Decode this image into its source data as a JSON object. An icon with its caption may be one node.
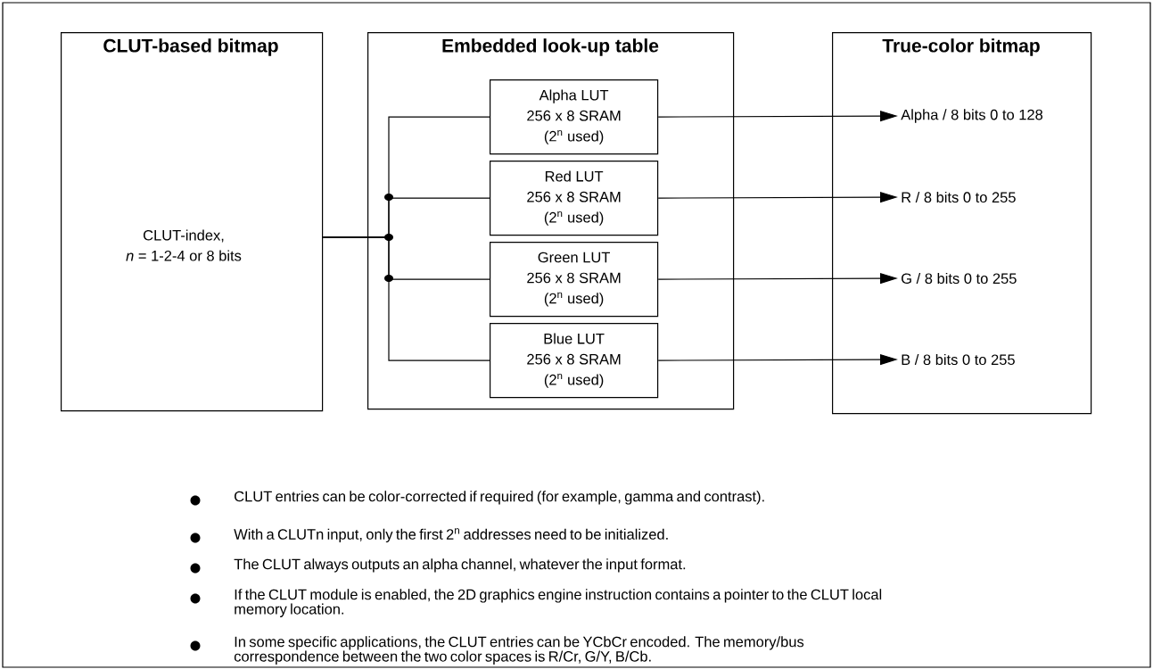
{
  "diagram": {
    "nodes": [
      {
        "text": [
          "CLUT-based bitmap",
          "CLUT-index,",
          "*n* = 1-2-4 or 8 bits"
        ]
      },
      {
        "text": [
          "Embedded look-up table"
        ]
      },
      {
        "text": [
          "Alpha LUT",
          "256 x 8 SRAM",
          "(2$^{n}$ used)"
        ],
        "in": 1
      },
      {
        "text": [
          "Red LUT",
          "256 x 8 SRAM",
          "(2$^{n}$ used)"
        ],
        "in": 1
      },
      {
        "text": [
          "Green LUT",
          "256 x 8 SRAM",
          "(2$^{n}$ used)"
        ],
        "in": 1
      },
      {
        "text": [
          "Blue LUT",
          "256 x 8 SRAM",
          "(2$^{n}$ used)"
        ],
        "in": 1
      },
      {
        "text": [
          "True-color bitmap"
        ]
      },
      {
        "text": [
          "Alpha / 8 bits 0 to 128"
        ],
        "in": 6
      },
      {
        "text": [
          "R / 8 bits 0 to 255"
        ],
        "in": 6
      },
      {
        "text": [
          "G / 8 bits 0 to 255"
        ],
        "in": 6
      },
      {
        "text": [
          "B / 8 bits 0 to 255"
        ],
        "in": 6
      }
    ],
    "edges": [
      {
        "from": 0,
        "to": 2,
        "arrow": "none"
      },
      {
        "from": 0,
        "to": 3,
        "arrow": "none"
      },
      {
        "from": 0,
        "to": 4,
        "arrow": "none"
      },
      {
        "from": 0,
        "to": 5,
        "arrow": "none"
      },
      {
        "from": 2,
        "to": 7,
        "arrow": "to"
      },
      {
        "from": 3,
        "to": 8,
        "arrow": "to"
      },
      {
        "from": 4,
        "to": 9,
        "arrow": "to"
      },
      {
        "from": 5,
        "to": 10,
        "arrow": "to"
      }
    ],
    "labels": [
      "CLUT entries can be color-corrected if required (for example, gamma and contrast).",
      "With a CLUTn input, only the first 2$^{n}$ addresses need to be initialized.",
      "The CLUT always outputs an alpha channel, whatever the input format.",
      "If the CLUT module is enabled, the 2D graphics engine instruction contains a pointer to the CLUT local memory location.",
      "In some specific applications, the CLUT entries can be YCbCr encoded. The memory/bus correspondence between the two color spaces is R/Cr, G/Y, B/Cb."
    ]
  }
}
